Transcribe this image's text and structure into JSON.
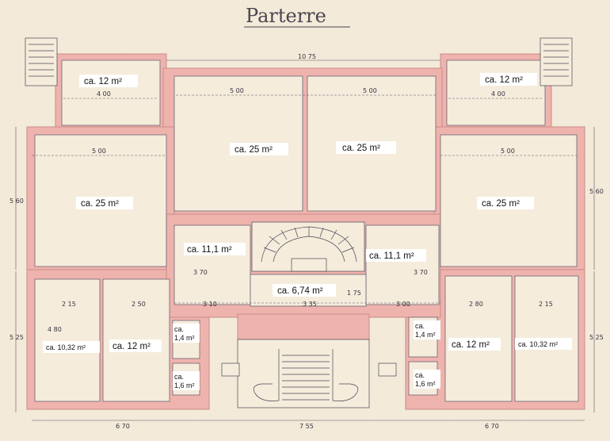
{
  "title": "Parterre",
  "colors": {
    "paper": "#f3ead9",
    "wall": "#efb3ad",
    "wall_edge": "#c98b86",
    "ink": "#4c4654",
    "label_bg": "#ffffff"
  },
  "rooms": [
    {
      "id": "nw-small",
      "label": "ca. 12 m²"
    },
    {
      "id": "ne-small",
      "label": "ca. 12 m²"
    },
    {
      "id": "center-left",
      "label": "ca. 25 m²"
    },
    {
      "id": "center-right",
      "label": "ca. 25 m²"
    },
    {
      "id": "west-large",
      "label": "ca. 25 m²"
    },
    {
      "id": "east-large",
      "label": "ca. 25 m²"
    },
    {
      "id": "left-mid",
      "label": "ca. 11,1 m²"
    },
    {
      "id": "right-mid",
      "label": "ca. 11,1 m²"
    },
    {
      "id": "hall",
      "label": "ca. 6,74 m²"
    },
    {
      "id": "sw-corner",
      "label": "ca. 10,32 m²"
    },
    {
      "id": "sw-room",
      "label": "ca. 12 m²"
    },
    {
      "id": "se-room",
      "label": "ca. 12 m²"
    },
    {
      "id": "se-corner",
      "label": "ca. 10,32 m²"
    },
    {
      "id": "wc-left-upper",
      "label": "ca.",
      "label2": "1,4 m²"
    },
    {
      "id": "wc-left-lower",
      "label": "ca.",
      "label2": "1,6 m²"
    },
    {
      "id": "wc-right-upper",
      "label": "ca.",
      "label2": "1,4 m²"
    },
    {
      "id": "wc-right-lower",
      "label": "ca.",
      "label2": "1,6 m²"
    }
  ],
  "dimensions": [
    "10 75",
    "4 00",
    "5 00",
    "5 00",
    "4 00",
    "5 00",
    "5 00",
    "5 60",
    "5 60",
    "3 70",
    "3 70",
    "2 15",
    "2 50",
    "3 10",
    "3 35",
    "3 00",
    "2 80",
    "2 15",
    "5 25",
    "5 25",
    "6 70",
    "7 55",
    "6 70",
    "4 80",
    "1 75"
  ]
}
